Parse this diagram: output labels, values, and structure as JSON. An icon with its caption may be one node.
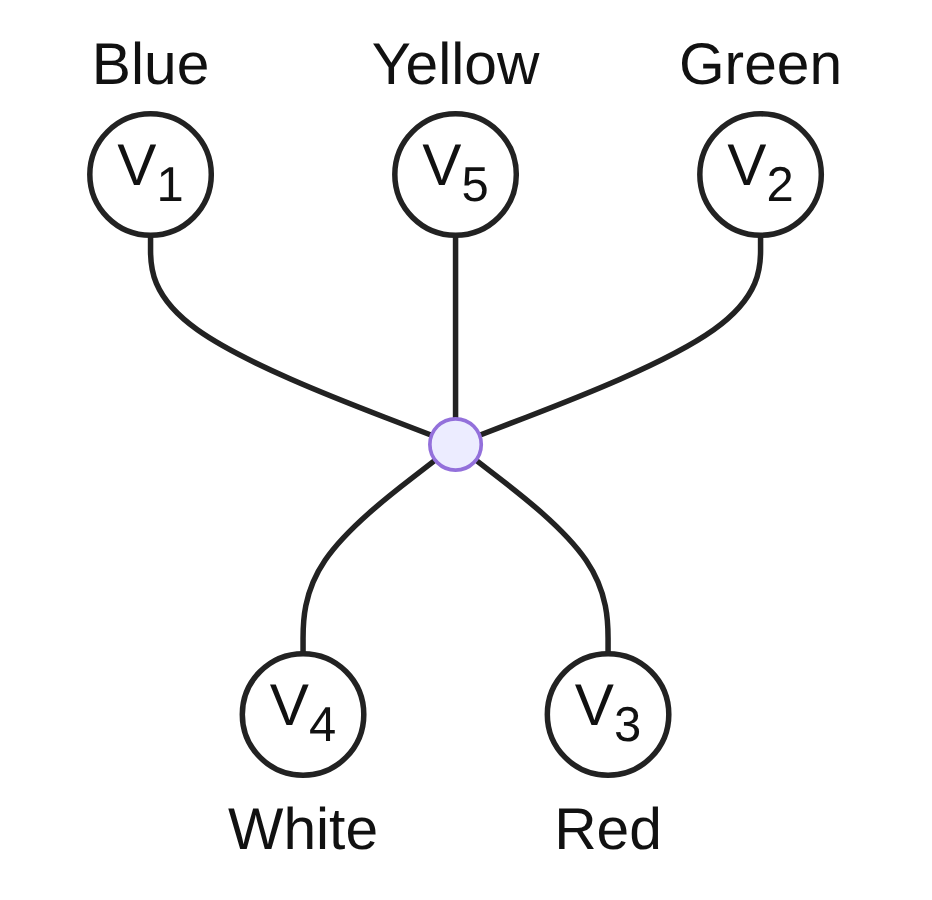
{
  "diagram": {
    "nodes": [
      {
        "text": [
          "V$_{1}$"
        ],
        "beside": [
          "Blue"
        ]
      },
      {
        "text": [
          "V$_{2}$"
        ],
        "beside": [
          "Green"
        ]
      },
      {
        "text": [
          "V$_{3}$"
        ],
        "beside": [
          "Red"
        ]
      },
      {
        "text": [
          "V$_{4}$"
        ],
        "beside": [
          "White"
        ]
      },
      {
        "text": [
          "V$_{5}$"
        ],
        "beside": [
          "Yellow"
        ]
      },
      {
        "text": [],
        "shape": "point"
      }
    ],
    "edges": [
      {
        "from": 0,
        "to": 5,
        "arrow": "none"
      },
      {
        "from": 4,
        "to": 5,
        "arrow": "none"
      },
      {
        "from": 1,
        "to": 5,
        "arrow": "none"
      },
      {
        "from": 5,
        "to": 3,
        "arrow": "none"
      },
      {
        "from": 5,
        "to": 2,
        "arrow": "none"
      }
    ]
  }
}
